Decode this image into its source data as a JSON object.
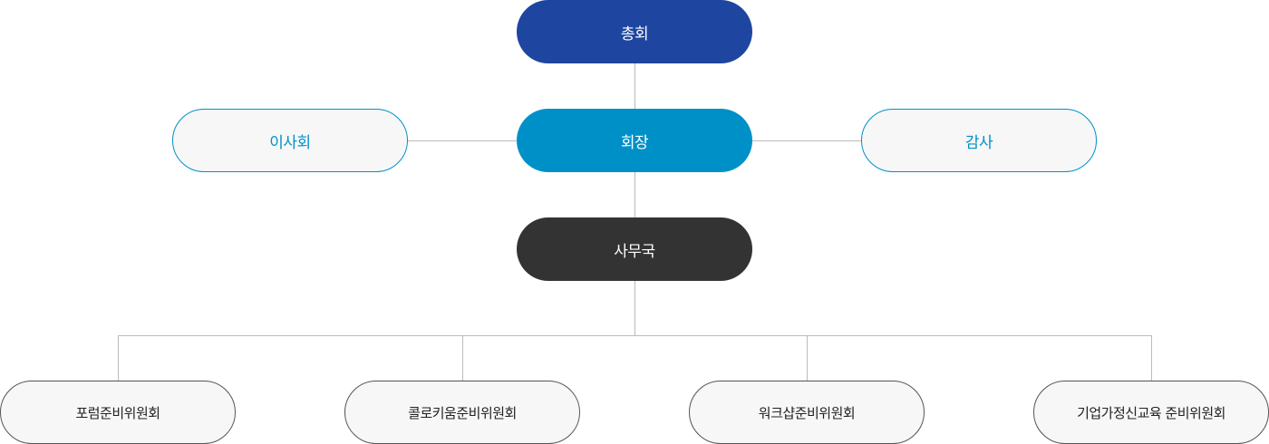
{
  "org": {
    "general_assembly": "총회",
    "president": "회장",
    "board": "이사회",
    "audit": "감사",
    "office": "사무국",
    "committees": [
      "포럼준비위원회",
      "콜로키움준비위원회",
      "워크샵준비위원회",
      "기업가정신교육 준비위원회"
    ]
  },
  "colors": {
    "general_assembly": "#1e46a0",
    "president": "#0090c8",
    "office": "#333333",
    "outline_accent": "#0090c8",
    "connector": "#bbbbbb"
  }
}
